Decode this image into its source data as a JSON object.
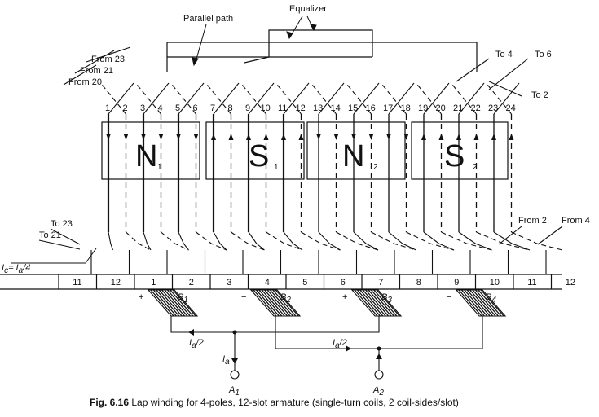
{
  "labels": {
    "equalizer": "Equalizer",
    "parallel_path": "Parallel path",
    "from_23": "From 23",
    "from_21": "From 21",
    "from_20": "From 20",
    "to_4": "To 4",
    "to_6": "To 6",
    "to_2": "To 2",
    "to_23": "To 23",
    "to_21": "To 21",
    "from_2": "From 2",
    "from_4": "From 4",
    "coil_current": "I",
    "coil_current_sub": "c",
    "coil_current_eq": "= I",
    "coil_current_eq_sub": "a",
    "coil_current_div": "/4",
    "half_current_left": "I",
    "half_current_left_sub": "a",
    "half_current_left_div": "/2",
    "half_current_right": "I",
    "half_current_right_sub": "a",
    "half_current_right_div": "/2",
    "armature_current": "I",
    "armature_current_sub": "a",
    "terminal_a1": "A",
    "terminal_a1_sub": "1",
    "terminal_a2": "A",
    "terminal_a2_sub": "2"
  },
  "slot_numbers": [
    "1",
    "2",
    "3",
    "4",
    "5",
    "6",
    "7",
    "8",
    "9",
    "10",
    "11",
    "12",
    "13",
    "14",
    "15",
    "16",
    "17",
    "18",
    "19",
    "20",
    "21",
    "22",
    "23",
    "24"
  ],
  "poles": [
    {
      "letter": "N",
      "sub": "1"
    },
    {
      "letter": "S",
      "sub": "1"
    },
    {
      "letter": "N",
      "sub": "2"
    },
    {
      "letter": "S",
      "sub": "2"
    }
  ],
  "commutator_segments": [
    "11",
    "12",
    "1",
    "2",
    "3",
    "4",
    "5",
    "6",
    "7",
    "8",
    "9",
    "10",
    "11",
    "12"
  ],
  "brushes": [
    {
      "name": "B",
      "sub": "1",
      "polarity": "+"
    },
    {
      "name": "B",
      "sub": "2",
      "polarity": "−"
    },
    {
      "name": "B",
      "sub": "3",
      "polarity": "+"
    },
    {
      "name": "B",
      "sub": "4",
      "polarity": "−"
    }
  ],
  "caption": {
    "fig_label": "Fig. 6.16",
    "text": "Lap winding for 4-poles, 12-slot armature (single-turn coils, 2 coil-sides/slot)"
  }
}
